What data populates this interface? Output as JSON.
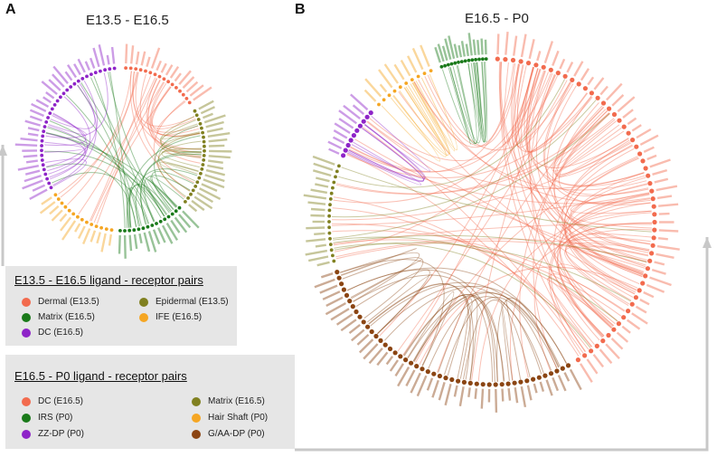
{
  "panels": [
    {
      "letter": "A",
      "title": "E13.5 - E16.5"
    },
    {
      "letter": "B",
      "title": "E16.5 - P0"
    }
  ],
  "legends": [
    {
      "title": "E13.5 - E16.5 ligand - receptor pairs",
      "items": [
        {
          "label": "Dermal (E13.5)",
          "color": "#f26b4e"
        },
        {
          "label": "Epidermal (E13.5)",
          "color": "#808020"
        },
        {
          "label": "Matrix (E16.5)",
          "color": "#1a7a1a"
        },
        {
          "label": "IFE (E16.5)",
          "color": "#f5a623"
        },
        {
          "label": "DC (E16.5)",
          "color": "#8e24c8"
        }
      ]
    },
    {
      "title": "E16.5 - P0 ligand - receptor pairs",
      "items": [
        {
          "label": "DC (E16.5)",
          "color": "#f26b4e"
        },
        {
          "label": "Matrix (E16.5)",
          "color": "#808020"
        },
        {
          "label": "IRS (P0)",
          "color": "#1a7a1a"
        },
        {
          "label": "Hair Shaft (P0)",
          "color": "#f5a623"
        },
        {
          "label": "ZZ-DP (P0)",
          "color": "#8e24c8"
        },
        {
          "label": "G/AA-DP (P0)",
          "color": "#8b4513"
        }
      ]
    }
  ],
  "colors": {
    "connector": "#c8c8c8",
    "dermal": "#f26b4e",
    "epidermal": "#808020",
    "matrix": "#1a7a1a",
    "ife": "#f5a623",
    "dc": "#8e24c8",
    "gaa": "#8b4513"
  }
}
